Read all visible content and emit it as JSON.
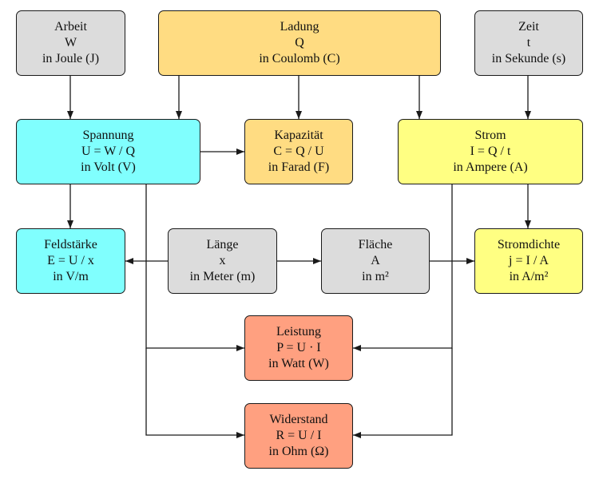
{
  "diagram": {
    "type": "flowchart",
    "description": "Beziehungen elektrischer Größen",
    "colors": {
      "base_quantity": "#dcdcdc",
      "charge": "#ffdc82",
      "voltage_group": "#80fffe",
      "current_group": "#ffff82",
      "result_group": "#ffa080",
      "line": "#1a1a1a"
    },
    "nodes": {
      "arbeit": {
        "name": "Arbeit",
        "formula": "W",
        "unit": "in Joule (J)"
      },
      "ladung": {
        "name": "Ladung",
        "formula": "Q",
        "unit": "in Coulomb (C)"
      },
      "zeit": {
        "name": "Zeit",
        "formula": "t",
        "unit": "in Sekunde (s)"
      },
      "spannung": {
        "name": "Spannung",
        "formula": "U = W / Q",
        "unit": "in Volt (V)"
      },
      "kapazitaet": {
        "name": "Kapazität",
        "formula": "C = Q / U",
        "unit": "in Farad (F)"
      },
      "strom": {
        "name": "Strom",
        "formula": "I = Q / t",
        "unit": "in Ampere (A)"
      },
      "feldstaerke": {
        "name": "Feldstärke",
        "formula": "E = U / x",
        "unit": "in V/m"
      },
      "laenge": {
        "name": "Länge",
        "formula": "x",
        "unit": "in Meter (m)"
      },
      "flaeche": {
        "name": "Fläche",
        "formula": "A",
        "unit": "in m²"
      },
      "stromdichte": {
        "name": "Stromdichte",
        "formula": "j = I / A",
        "unit": "in A/m²"
      },
      "leistung": {
        "name": "Leistung",
        "formula": "P = U · I",
        "unit": "in Watt (W)"
      },
      "widerstand": {
        "name": "Widerstand",
        "formula": "R = U / I",
        "unit": "in Ohm (Ω)"
      }
    },
    "edges": [
      {
        "from": "arbeit",
        "to": "spannung"
      },
      {
        "from": "ladung",
        "to": "spannung"
      },
      {
        "from": "ladung",
        "to": "kapazitaet"
      },
      {
        "from": "ladung",
        "to": "strom"
      },
      {
        "from": "zeit",
        "to": "strom"
      },
      {
        "from": "spannung",
        "to": "kapazitaet"
      },
      {
        "from": "spannung",
        "to": "feldstaerke"
      },
      {
        "from": "laenge",
        "to": "feldstaerke"
      },
      {
        "from": "laenge",
        "to": "flaeche"
      },
      {
        "from": "flaeche",
        "to": "stromdichte"
      },
      {
        "from": "strom",
        "to": "stromdichte"
      },
      {
        "from": "spannung",
        "to": "leistung"
      },
      {
        "from": "strom",
        "to": "leistung"
      },
      {
        "from": "spannung",
        "to": "widerstand"
      },
      {
        "from": "strom",
        "to": "widerstand"
      }
    ]
  }
}
